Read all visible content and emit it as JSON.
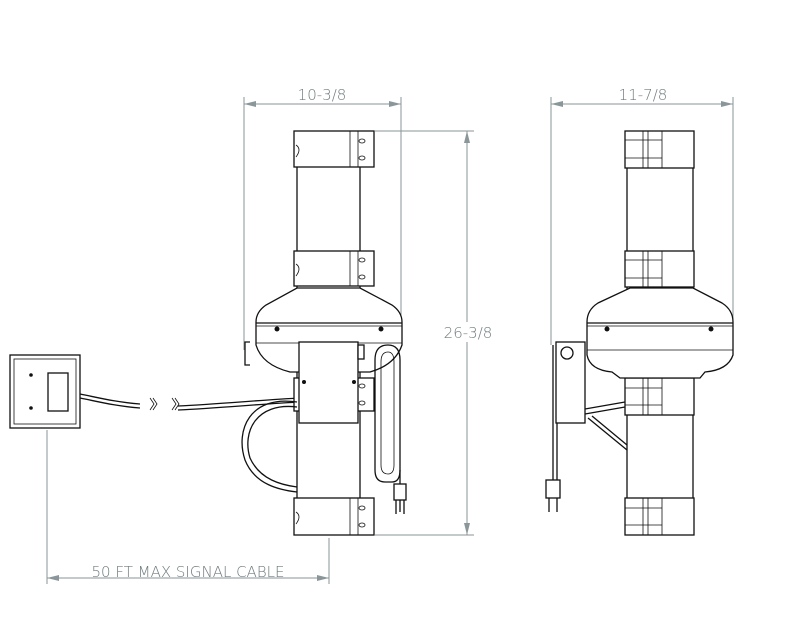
{
  "dimensions": {
    "side_width": "10-3/8",
    "front_width": "11-7/8",
    "height": "26-3/8",
    "signal_cable": "50 FT MAX SIGNAL CABLE"
  },
  "colors": {
    "dimension": "#8a9699",
    "outline": "#111111",
    "label": "#6f7b7e"
  }
}
